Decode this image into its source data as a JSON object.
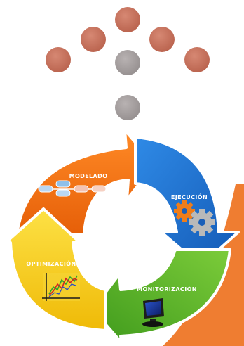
{
  "diagram": {
    "type": "cycle",
    "stages": [
      {
        "id": "modelado",
        "label": "MODELADO",
        "color": "#ef6a0e",
        "icon": "process-flow-icon"
      },
      {
        "id": "ejecucion",
        "label": "EJECUCIÓN",
        "color": "#1f74d1",
        "icon": "gears-icon"
      },
      {
        "id": "monitorizacion",
        "label": "MONITORIZACIÓN",
        "color": "#54b42a",
        "icon": "monitor-icon"
      },
      {
        "id": "optimizacion",
        "label": "OPTIMIZACIÓN",
        "color": "#f2c50f",
        "icon": "line-chart-icon"
      }
    ],
    "flow": "clockwise"
  },
  "decoration": {
    "dot_colors": {
      "brown": "#c9735e",
      "gray": "#a7a1a1"
    },
    "accent_shape_color": "#ef7d31"
  }
}
